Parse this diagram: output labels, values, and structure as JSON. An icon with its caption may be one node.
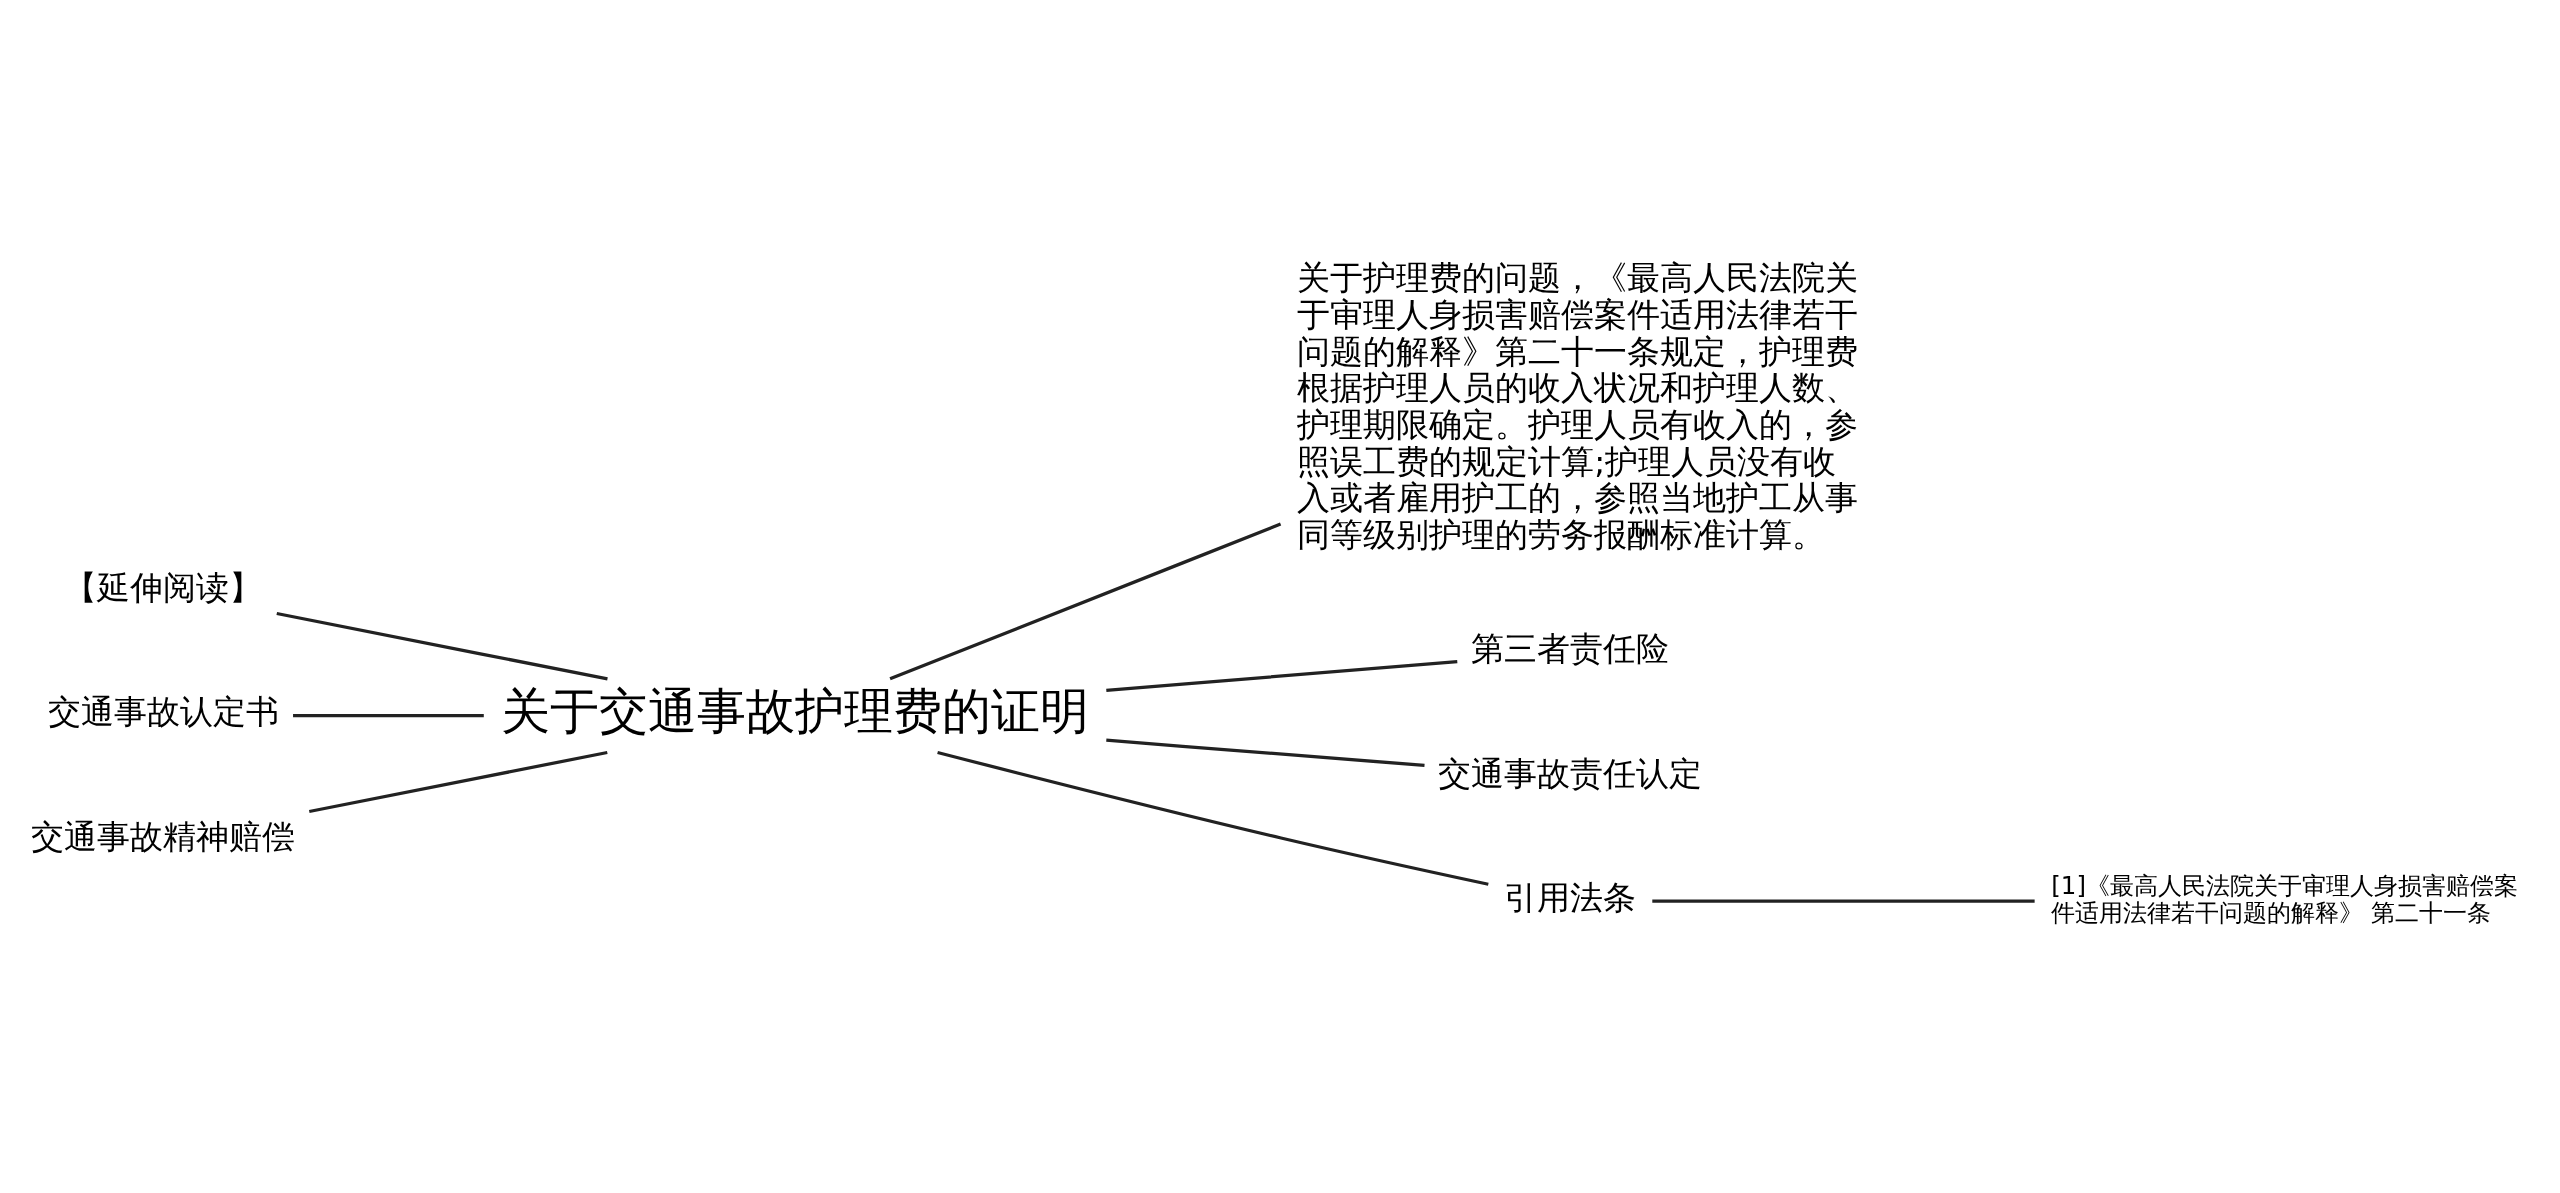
{
  "diagram": {
    "nodes": [
      {
        "text": [
          "关于交通事故护理费的证明"
        ]
      },
      {
        "text": [
          "【延伸阅读】"
        ]
      },
      {
        "text": [
          "交通事故认定书"
        ]
      },
      {
        "text": [
          "交通事故精神赔偿"
        ]
      },
      {
        "text": [
          "关于护理费的问题，《最高人民法院关于审理人身损害赔偿案件适用法律若干问题的解释》第二十一条规定，护理费根据护理人员的收入状况和护理人数、护理期限确定。护理人员有收入的，参照误工费的规定计算;护理人员没有收入或者雇用护工的，参照当地护工从事同等级别护理的劳务报酬标准计算。"
        ]
      },
      {
        "text": [
          "第三者责任险"
        ]
      },
      {
        "text": [
          "交通事故责任认定"
        ]
      },
      {
        "text": [
          "引用法条"
        ]
      },
      {
        "text": [
          "[1]《最高人民法院关于审理人身损害赔偿案件适用法律若干问题的解释》 第二十一条"
        ]
      }
    ],
    "edges": [
      {
        "from": 0,
        "to": 1,
        "arrow": "none"
      },
      {
        "from": 0,
        "to": 2,
        "arrow": "none"
      },
      {
        "from": 0,
        "to": 3,
        "arrow": "none"
      },
      {
        "from": 0,
        "to": 4,
        "arrow": "none"
      },
      {
        "from": 0,
        "to": 5,
        "arrow": "none"
      },
      {
        "from": 0,
        "to": 6,
        "arrow": "none"
      },
      {
        "from": 0,
        "to": 7,
        "arrow": "none"
      },
      {
        "from": 7,
        "to": 8,
        "arrow": "none"
      }
    ]
  }
}
